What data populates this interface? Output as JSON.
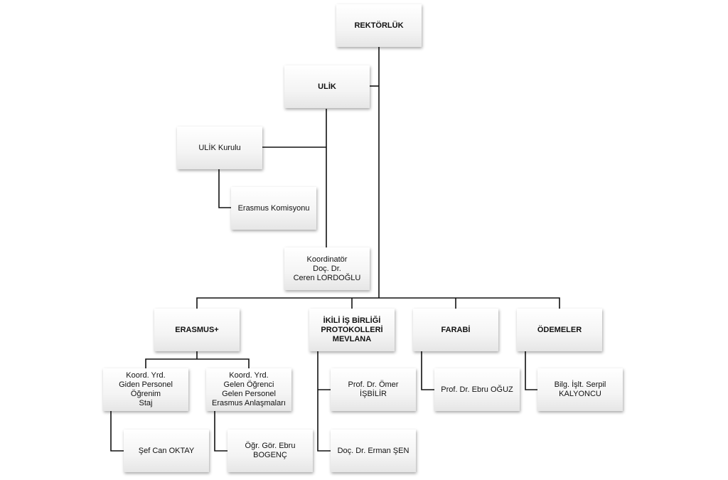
{
  "nodes": {
    "rektorluk": "REKTÖRLÜK",
    "ulik": "ULİK",
    "ulik_kurulu": "ULİK Kurulu",
    "erasmus_komisyonu": "Erasmus Komisyonu",
    "koordinator": "Koordinatör\nDoç. Dr.\nCeren LORDOĞLU",
    "erasmus_plus": "ERASMUS+",
    "ikili": "İKİLİ İŞ BİRLİĞİ\nPROTOKOLLERİ\nMEVLANA",
    "farabi": "FARABİ",
    "odemeler": "ÖDEMELER",
    "koord_yrd_1": "Koord. Yrd.\nGiden Personel\nÖğrenim\nStaj",
    "koord_yrd_2": "Koord. Yrd.\nGelen Öğrenci\nGelen Personel\nErasmus Anlaşmaları",
    "sef_can": "Şef Can OKTAY",
    "ogr_gor_ebru": "Öğr. Gör. Ebru\nBOGENÇ",
    "prof_omer": "Prof. Dr. Ömer\nİŞBİLİR",
    "doc_erman": "Doç. Dr. Erman ŞEN",
    "prof_ebru": "Prof. Dr. Ebru OĞUZ",
    "bilg_serpil": "Bilg. İşlt. Serpil\nKALYONCU"
  }
}
